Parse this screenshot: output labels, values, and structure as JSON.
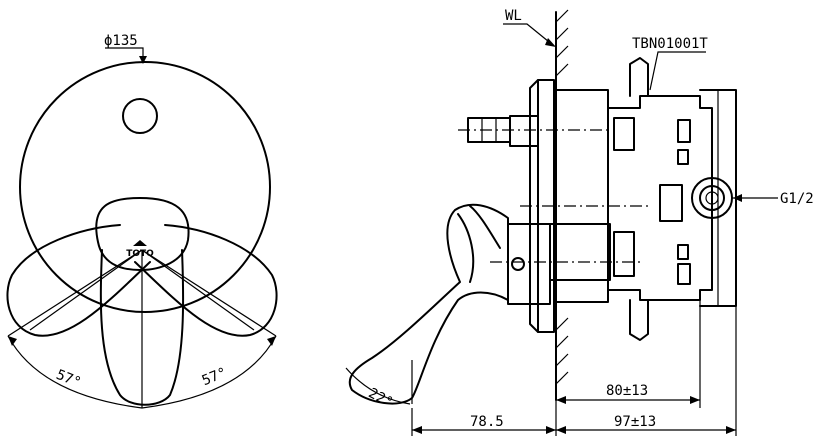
{
  "front_view": {
    "diameter_label": "ϕ135",
    "logo_text": "TOTO",
    "angle_left_label": "57°",
    "angle_right_label": "57°"
  },
  "side_view": {
    "wall_label": "WL",
    "part_label": "TBN01001T",
    "thread_label": "G1/2",
    "handle_angle_label": "22°",
    "dim_depth_label": "80±13",
    "dim_handle_label": "78.5",
    "dim_total_label": "97±13"
  }
}
